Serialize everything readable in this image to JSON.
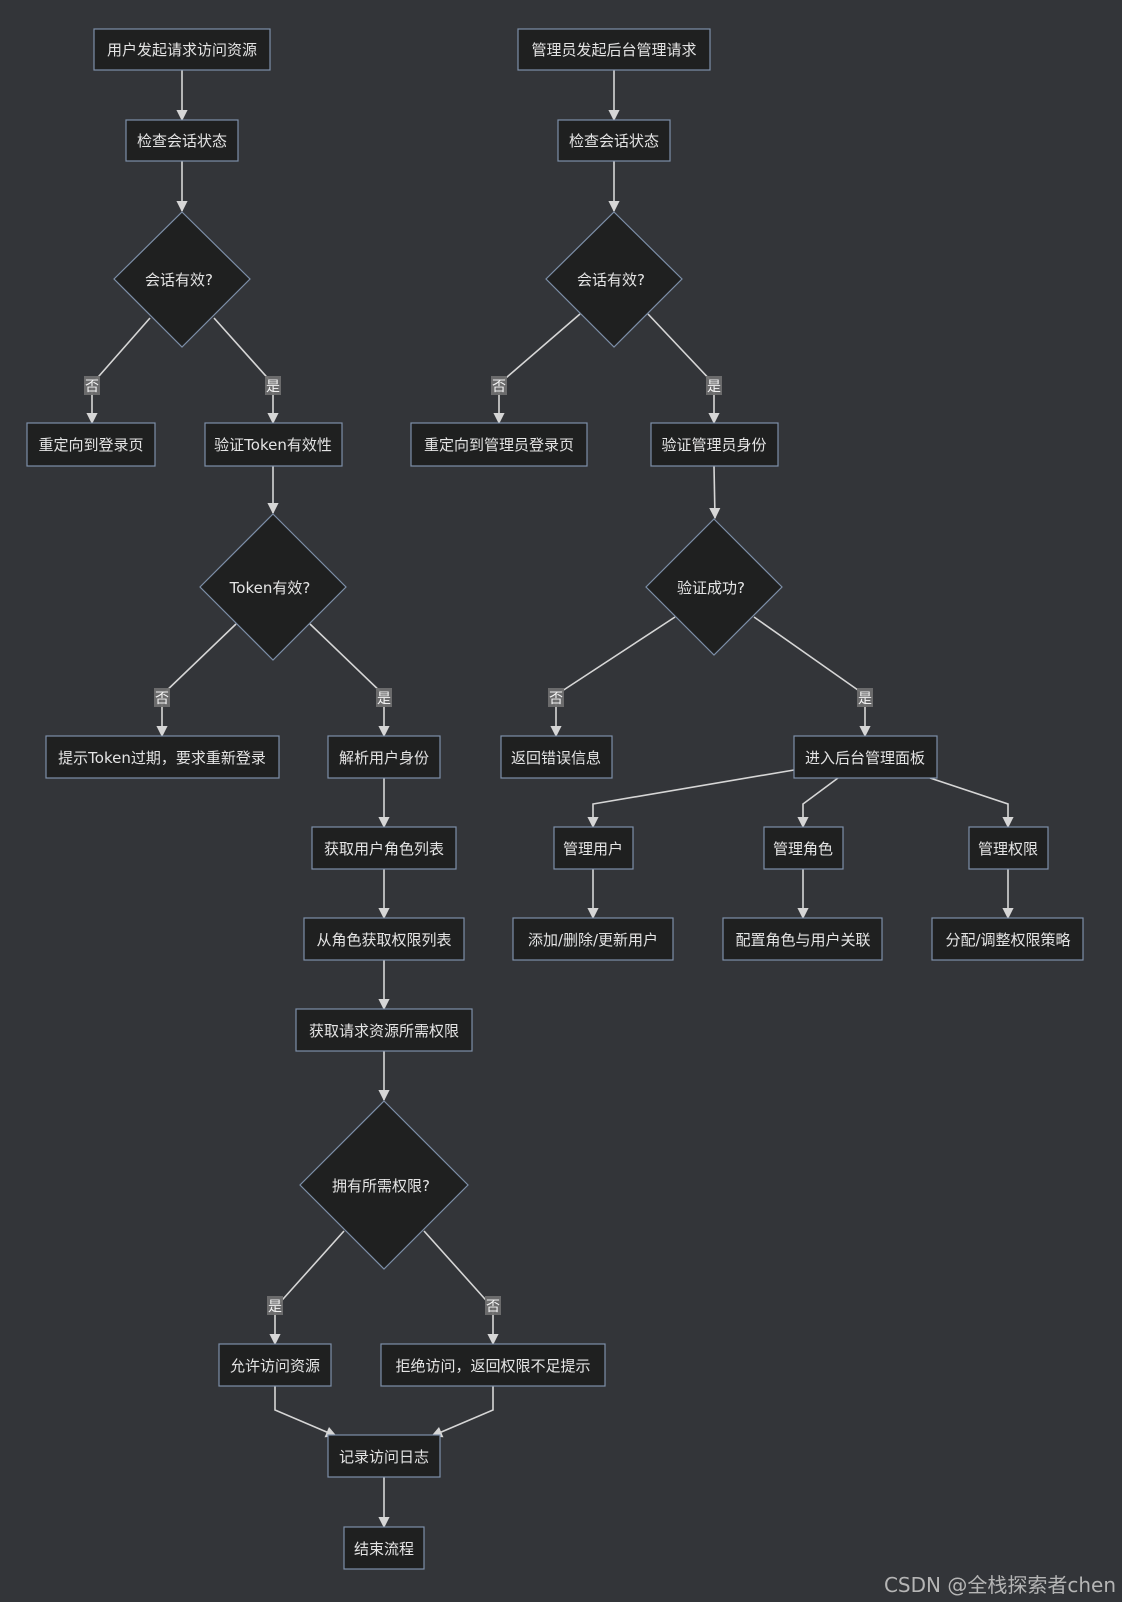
{
  "nodes": {
    "u_start": "用户发起请求访问资源",
    "u_check_session": "检查会话状态",
    "u_session_valid": "会话有效?",
    "u_redirect_login": "重定向到登录页",
    "u_verify_token": "验证Token有效性",
    "u_token_valid": "Token有效?",
    "u_token_expired": "提示Token过期，要求重新登录",
    "u_parse_identity": "解析用户身份",
    "u_get_roles": "获取用户角色列表",
    "u_get_perms": "从角色获取权限列表",
    "u_get_required": "获取请求资源所需权限",
    "u_has_perm": "拥有所需权限?",
    "u_allow": "允许访问资源",
    "u_deny": "拒绝访问，返回权限不足提示",
    "u_log": "记录访问日志",
    "u_end": "结束流程",
    "a_start": "管理员发起后台管理请求",
    "a_check_session": "检查会话状态",
    "a_session_valid": "会话有效?",
    "a_redirect_login": "重定向到管理员登录页",
    "a_verify_identity": "验证管理员身份",
    "a_verify_ok": "验证成功?",
    "a_error": "返回错误信息",
    "a_panel": "进入后台管理面板",
    "a_manage_users": "管理用户",
    "a_manage_roles": "管理角色",
    "a_manage_perms": "管理权限",
    "a_add_users": "添加/删除/更新用户",
    "a_config_roles": "配置角色与用户关联",
    "a_assign_perms": "分配/调整权限策略"
  },
  "edge_labels": {
    "yes": "是",
    "no": "否"
  },
  "watermark": "CSDN @全栈探索者chen"
}
